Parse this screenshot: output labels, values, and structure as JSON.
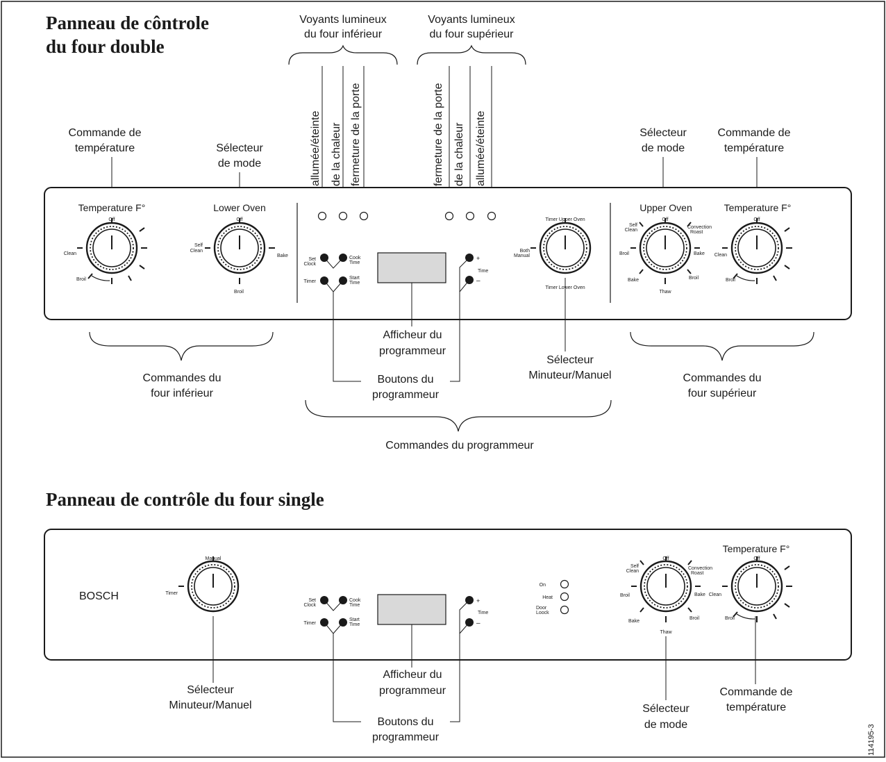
{
  "double": {
    "title_line1": "Panneau de côntrole",
    "title_line2": "du four double",
    "lights_lower_header": [
      "Voyants lumineux",
      "du four inférieur"
    ],
    "lights_upper_header": [
      "Voyants lumineux",
      "du four supérieur"
    ],
    "lights_lower_labels": [
      "allumée/éteinte",
      "de la chaleur",
      "fermeture de la porte"
    ],
    "lights_upper_labels": [
      "fermeture de la porte",
      "de la chaleur",
      "allumée/éteinte"
    ],
    "temp_control_left": [
      "Commande de",
      "température"
    ],
    "mode_selector_left": [
      "Sélecteur",
      "de mode"
    ],
    "mode_selector_right": [
      "Sélecteur",
      "de mode"
    ],
    "temp_control_right": [
      "Commande de",
      "température"
    ],
    "panel": {
      "temp_title": "Temperature F°",
      "lower_oven_title": "Lower Oven",
      "upper_oven_title": "Upper Oven",
      "temp_title_right": "Temperature F°",
      "temp_knob": {
        "off": "Off",
        "clean": "Clean",
        "broil": "Broil"
      },
      "lower_knob": {
        "off": "Off",
        "self_clean": [
          "Self",
          "Clean"
        ],
        "bake": "Bake",
        "broil": "Broil"
      },
      "timer_knob": {
        "upper": "Timer Upper Oven",
        "both": [
          "Both",
          "Manual"
        ],
        "lower": "Timer Lower Oven"
      },
      "upper_knob": {
        "off": "Off",
        "self_clean": [
          "Self",
          "Clean"
        ],
        "convection": [
          "Convection",
          "Roast"
        ],
        "broil_left": "Broil",
        "bake_right": "Bake",
        "bake_bottom": "Bake",
        "broil_right": "Broil",
        "thaw": "Thaw"
      },
      "temp_knob_right": {
        "off": "Off",
        "clean": "Clean",
        "broil": "Broil"
      },
      "buttons": {
        "set_clock": [
          "Set",
          "Clock"
        ],
        "cook_time": [
          "Cook",
          "Time"
        ],
        "timer": "Timer",
        "start_time": [
          "Start",
          "Time"
        ],
        "plus": "+",
        "time": "Time",
        "minus": "–"
      }
    },
    "below": {
      "lower_controls": [
        "Commandes du",
        "four inférieur"
      ],
      "display": [
        "Afficheur du",
        "programmeur"
      ],
      "buttons": [
        "Boutons du",
        "programmeur"
      ],
      "timer_selector": [
        "Sélecteur",
        "Minuteur/Manuel"
      ],
      "upper_controls": [
        "Commandes du",
        "four supérieur"
      ],
      "programmer_controls": "Commandes du programmeur"
    }
  },
  "single": {
    "title": "Panneau de contrôle du four single",
    "brand": "BOSCH",
    "panel": {
      "timer_knob": {
        "manual": "Manual",
        "timer": "Timer"
      },
      "buttons": {
        "set_clock": [
          "Set",
          "Clock"
        ],
        "cook_time": [
          "Cook",
          "Time"
        ],
        "timer": "Timer",
        "start_time": [
          "Start",
          "Time"
        ],
        "plus": "+",
        "time": "Time",
        "minus": "–"
      },
      "indicators": {
        "on": "On",
        "heat": "Heat",
        "door_lock": [
          "Door",
          "Loock"
        ]
      },
      "mode_knob": {
        "off": "Off",
        "self_clean": [
          "Self",
          "Clean"
        ],
        "convection": [
          "Convection",
          "Roast"
        ],
        "broil_left": "Broil",
        "bake_right": "Bake",
        "bake_bottom": "Bake",
        "broil_right": "Broil",
        "thaw": "Thaw"
      },
      "temp_title": "Temperature F°",
      "temp_knob": {
        "off": "Off",
        "clean": "Clean",
        "broil": "Broil"
      }
    },
    "below": {
      "timer_selector": [
        "Sélecteur",
        "Minuteur/Manuel"
      ],
      "display": [
        "Afficheur du",
        "programmeur"
      ],
      "buttons": [
        "Boutons du",
        "programmeur"
      ],
      "mode_selector": [
        "Sélecteur",
        "de mode"
      ],
      "temp_control": [
        "Commande de",
        "température"
      ]
    }
  },
  "figure_id": "114195-3"
}
